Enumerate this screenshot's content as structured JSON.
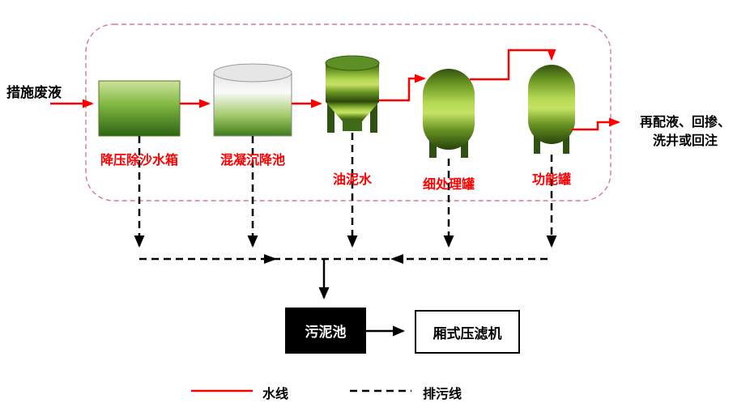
{
  "diagram": {
    "input_label": "措施废液",
    "output_label": {
      "line1": "再配液、回掺、",
      "line2": "洗井或回注"
    },
    "equipment": [
      {
        "label": "降压除沙水箱"
      },
      {
        "label": "混凝沉降池"
      },
      {
        "label": "油泥水"
      },
      {
        "label": "细处理罐"
      },
      {
        "label": "功能罐"
      }
    ],
    "sludge_pool_label": "污泥池",
    "filter_press_label": "厢式压滤机",
    "legend": {
      "water_line_label": "水线",
      "sewage_line_label": "排污线"
    },
    "colors": {
      "water_line": "#ff0000",
      "sewage_line": "#000000",
      "boundary_dash": "#d97a8a",
      "equipment_label": "#ff0000",
      "tank_green_light": "#c6e266",
      "tank_green_dark": "#27430c",
      "sludge_box_bg": "#000000",
      "sludge_box_text": "#ffffff"
    }
  }
}
